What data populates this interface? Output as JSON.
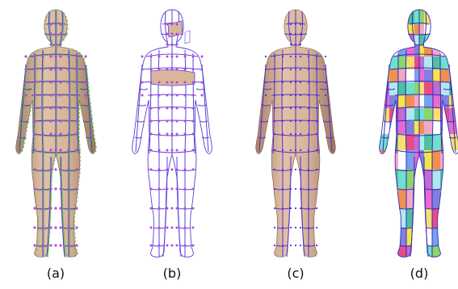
{
  "panels": [
    {
      "id": "a",
      "caption": "(a)"
    },
    {
      "id": "b",
      "caption": "(b)"
    },
    {
      "id": "c",
      "caption": "(c)"
    },
    {
      "id": "d",
      "caption": "(d)"
    }
  ],
  "colors": {
    "skin": "#d9b59c",
    "skin_shade": "#b89079",
    "curve": "#4f2fd6",
    "node": "#b24ad9",
    "green_dot": "#4cc24c",
    "patches": [
      "#e84b8a",
      "#f7e44a",
      "#6fe0d0",
      "#78a0f0",
      "#c06bd6",
      "#f09050",
      "#8ad66b",
      "#e86bd0",
      "#b0e8f0",
      "#f0a8c8",
      "#f4e070",
      "#8080e0",
      "#50c0a0",
      "#ffffff"
    ]
  }
}
